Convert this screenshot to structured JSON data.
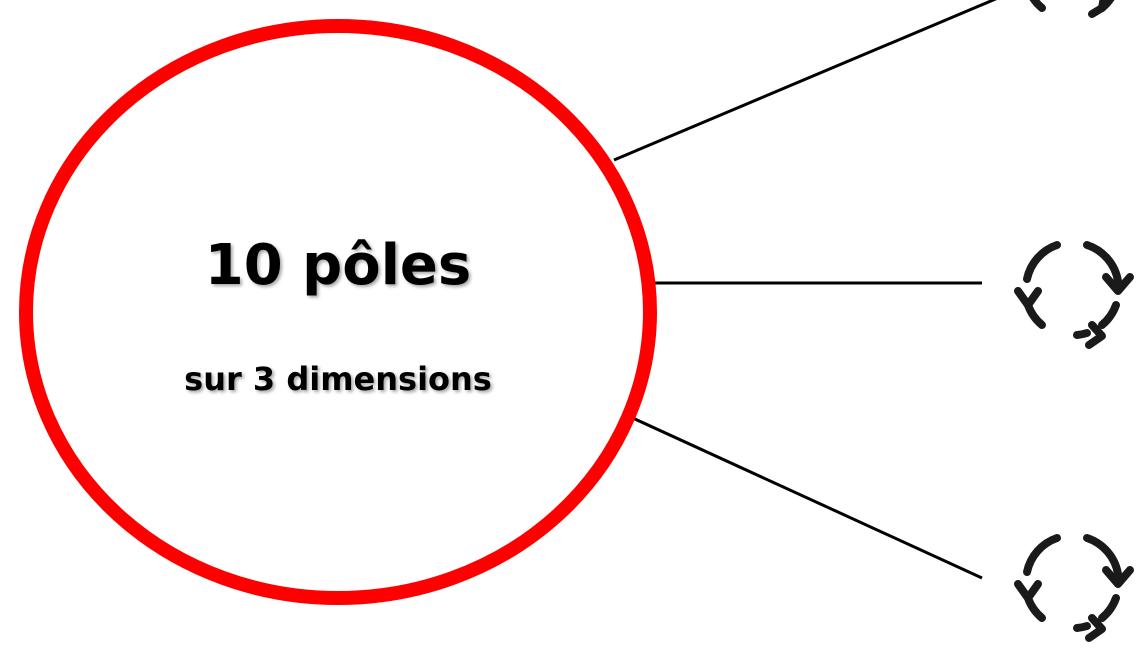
{
  "hub": {
    "title": "10 pôles",
    "subtitle": "sur 3 dimensions",
    "ring_color": "#ff0000"
  },
  "connectors": [
    {
      "name": "connector-top"
    },
    {
      "name": "connector-middle"
    },
    {
      "name": "connector-bottom"
    }
  ],
  "icons": [
    {
      "name": "cycle-arrows-icon-top"
    },
    {
      "name": "cycle-arrows-icon-middle"
    },
    {
      "name": "cycle-arrows-icon-bottom"
    }
  ]
}
